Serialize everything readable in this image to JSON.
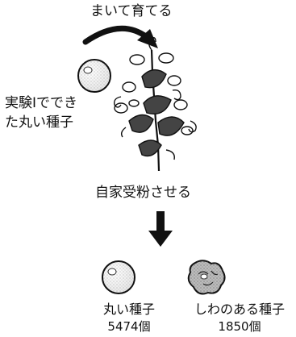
{
  "diagram": {
    "step_sow": "まいて育てる",
    "seed_label_line1": "実験Ⅰででき",
    "seed_label_line2": "た丸い種子",
    "step_self_pollinate": "自家受粉させる",
    "result_round_label": "丸い種子",
    "result_round_count": "5474個",
    "result_wrinkled_label": "しわのある種子",
    "result_wrinkled_count": "1850個"
  },
  "icons": [
    "curved-arrow-icon",
    "round-seed-icon",
    "pea-plant-icon",
    "down-arrow-icon",
    "wrinkled-seed-icon"
  ]
}
